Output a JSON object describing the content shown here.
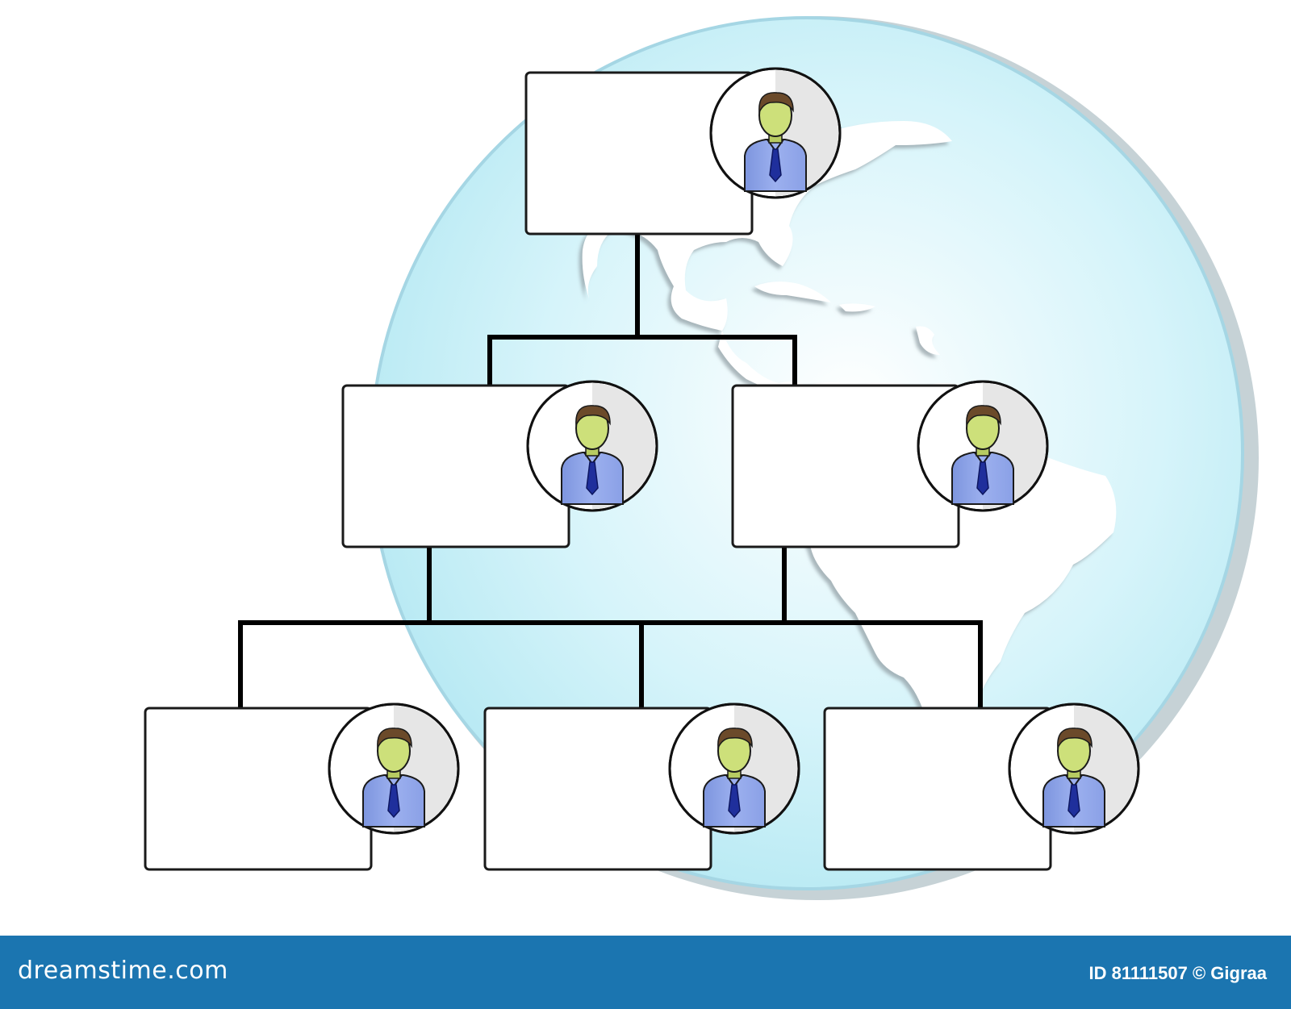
{
  "colors": {
    "globe_fill": "#bfeef7",
    "globe_edge": "#9dd2e2",
    "globe_shadow": "#b9c7cc",
    "land": "#ffffff",
    "connector": "#000000",
    "box_border": "#1a1a1a",
    "avatar_shirt": "#8fa6e8",
    "avatar_tie": "#1f2f9c",
    "avatar_face": "#cde07a",
    "avatar_hair": "#6b4a2a",
    "footer_bg": "#1b75b0"
  },
  "org_chart": {
    "levels": [
      {
        "level": 1,
        "nodes": [
          "top"
        ]
      },
      {
        "level": 2,
        "nodes": [
          "mid-left",
          "mid-right"
        ]
      },
      {
        "level": 3,
        "nodes": [
          "bottom-left",
          "bottom-center",
          "bottom-right"
        ]
      }
    ],
    "edges": [
      [
        "top",
        "mid-left"
      ],
      [
        "top",
        "mid-right"
      ],
      [
        "mid-left",
        "bottom-left"
      ],
      [
        "mid-left",
        "bottom-center"
      ],
      [
        "mid-right",
        "bottom-center"
      ],
      [
        "mid-right",
        "bottom-right"
      ]
    ],
    "node_icon": "person-avatar-icon"
  },
  "footer": {
    "brand": "dreamstime.com",
    "credit": "ID 81111507 © Gigraa"
  }
}
